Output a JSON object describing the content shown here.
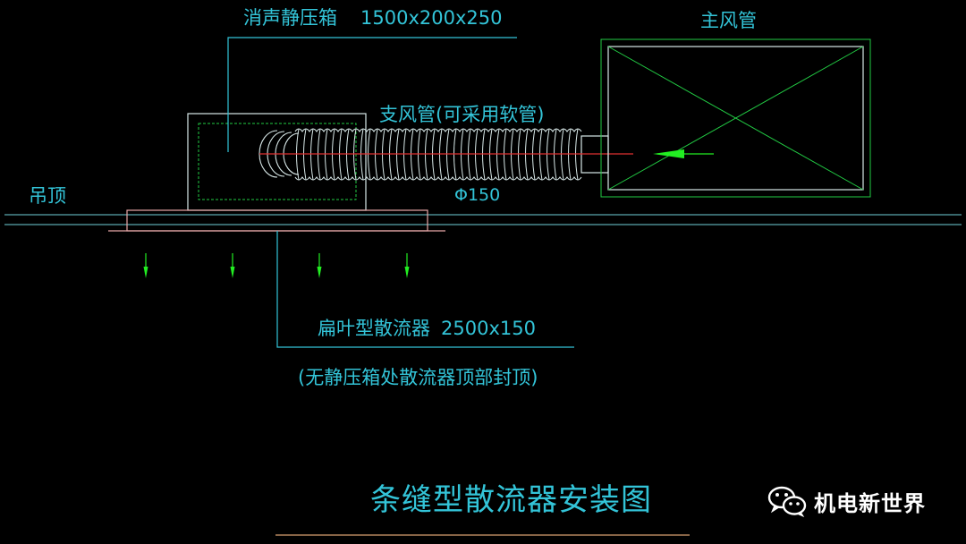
{
  "labels": {
    "plenum_box": "消声静压箱",
    "plenum_box_size": "1500x200x250",
    "main_duct": "主风管",
    "branch_duct": "支风管(可采用软管)",
    "branch_diameter": "Φ150",
    "ceiling": "吊顶",
    "diffuser": "扁叶型散流器",
    "diffuser_size": "2500x150",
    "note": "(无静压箱处散流器顶部封顶)",
    "title": "条缝型散流器安装图"
  },
  "watermark": {
    "text": "机电新世界",
    "icon": "wechat-icon"
  },
  "colors": {
    "background": "#000000",
    "text": "#33c4d8",
    "equipment": "#d8e8e8",
    "green": "#22cc44",
    "arrow": "#22ee22",
    "centerline": "#e03030",
    "diffuser": "#e8a8a8",
    "title_underline": "#d8a070"
  }
}
